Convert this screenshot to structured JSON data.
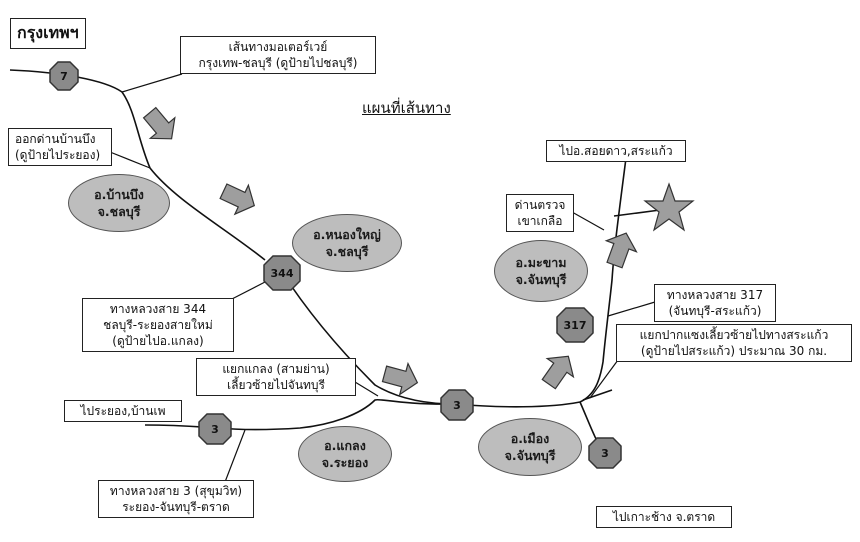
{
  "city_title": "กรุงเทพฯ",
  "map_title": "แผนที่เส้นทาง",
  "colors": {
    "route_line": "#111111",
    "marker_fill": "#8a8a8a",
    "oval_fill": "#bdbdbd",
    "arrow_fill": "#9e9e9e",
    "star_fill": "#9e9e9e"
  },
  "labels": {
    "motorway": [
      "เส้นทางมอเตอร์เวย์",
      "กรุงเทพ-ชลบุรี (ดูป้ายไปชลบุรี)"
    ],
    "exit_banbueng": [
      "ออกด่านบ้านบึง",
      "(ดูป้ายไประยอง)"
    ],
    "hwy344": [
      "ทางหลวงสาย 344",
      "ชลบุรี-ระยองสายใหม่",
      "(ดูป้ายไปอ.แกลง)"
    ],
    "samyan": [
      "แยกแกลง (สามย่าน)",
      "เลี้ยวซ้ายไปจันทบุรี"
    ],
    "to_rayong": [
      "ไประยอง,บ้านเพ"
    ],
    "hwy3": [
      "ทางหลวงสาย 3 (สุขุมวิท)",
      "ระยอง-จันทบุรี-ตราด"
    ],
    "to_soidao": [
      "ไปอ.สอยดาว,สระแก้ว"
    ],
    "checkpoint": [
      "ด่านตรวจ",
      "เขาเกลือ"
    ],
    "hwy317": [
      "ทางหลวงสาย 317",
      "(จันทบุรี-สระแก้ว)"
    ],
    "junction": [
      "แยกปากแซงเลี้ยวซ้ายไปทางสระแก้ว",
      "(ดูป้ายไปสระแก้ว) ประมาณ 30 กม."
    ],
    "to_kochang": [
      "ไปเกาะช้าง จ.ตราด"
    ]
  },
  "districts": {
    "banbueng": [
      "อ.บ้านบึง",
      "จ.ชลบุรี"
    ],
    "nongyai": [
      "อ.หนองใหญ่",
      "จ.ชลบุรี"
    ],
    "klaeng": [
      "อ.แกลง",
      "จ.ระยอง"
    ],
    "mueang": [
      "อ.เมือง",
      "จ.จันทบุรี"
    ],
    "makham": [
      "อ.มะขาม",
      "จ.จันทบุรี"
    ]
  },
  "route_markers": {
    "m7": "7",
    "m344": "344",
    "m3a": "3",
    "m3b": "3",
    "m317": "317",
    "m3c": "3"
  },
  "legend_icons": {
    "destination": "star-icon",
    "direction": "arrow-icon"
  }
}
